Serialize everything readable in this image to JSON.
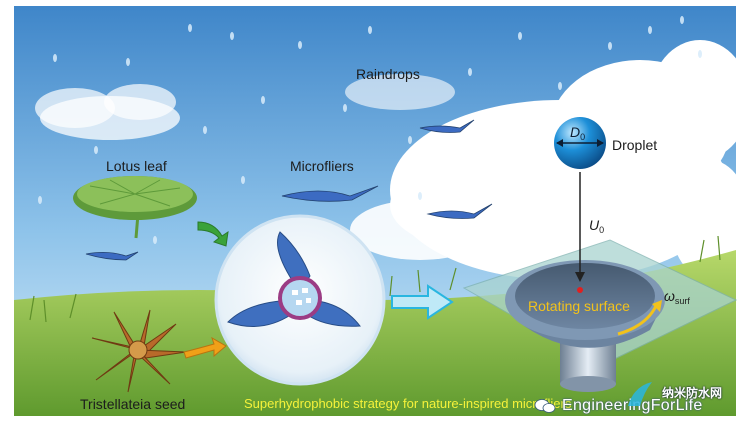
{
  "labels": {
    "raindrops": "Raindrops",
    "lotus_leaf": "Lotus leaf",
    "microfliers": "Microfliers",
    "droplet": "Droplet",
    "seed": "Tristellateia seed",
    "rotating_surface": "Rotating surface",
    "strategy": "Superhydrophobic strategy for nature-inspired microfliers",
    "d0_symbol": "D",
    "d0_subscript": "0",
    "u0_symbol": "U",
    "u0_subscript": "0",
    "omega_symbol": "ω",
    "omega_subscript": "surf"
  },
  "watermark": {
    "text": "EngineeringForLife",
    "brand": "纳米防水网"
  },
  "colors": {
    "sky_top": "#3f86c9",
    "grass": "#8fc24a",
    "droplet": "#1d8fd8",
    "rotating_disk": "#5a6f86",
    "highlight_text": "#f2c21b",
    "arrow_green": "#3aa23a",
    "arrow_orange": "#f0a018",
    "arrow_cyan": "#29b6e0"
  }
}
